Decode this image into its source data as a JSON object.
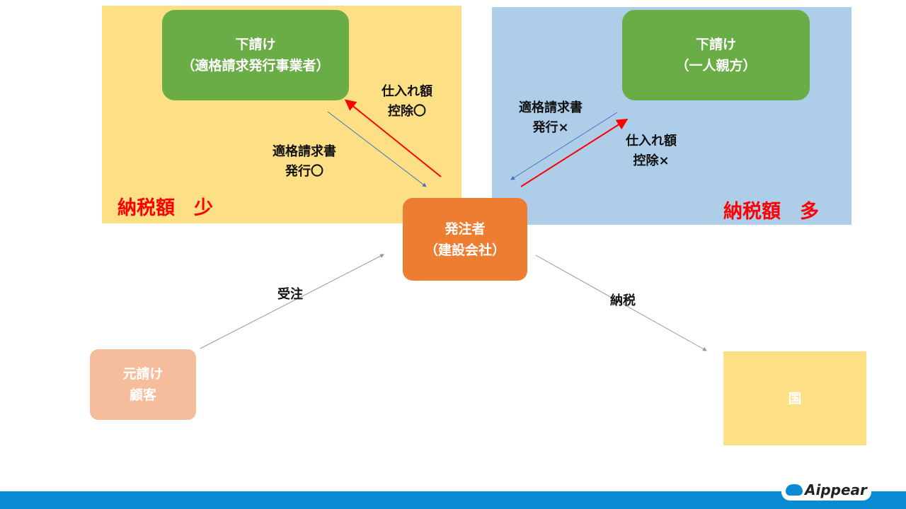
{
  "left_panel": {
    "box_line1": "下請け",
    "box_line2": "（適格請求発行事業者）",
    "tax": "納税額　少",
    "deduction_line1": "仕入れ額",
    "deduction_line2": "控除〇",
    "invoice_line1": "適格請求書",
    "invoice_line2": "発行〇"
  },
  "right_panel": {
    "box_line1": "下請け",
    "box_line2": "（一人親方）",
    "tax": "納税額　多",
    "deduction_line1": "仕入れ額",
    "deduction_line2": "控除×",
    "invoice_line1": "適格請求書",
    "invoice_line2": "発行×"
  },
  "center": {
    "line1": "発注者",
    "line2": "（建設会社）"
  },
  "client": {
    "line1": "元請け",
    "line2": "顧客",
    "edge": "受注"
  },
  "state": {
    "label": "国",
    "edge": "納税"
  },
  "footer": {
    "logo": "Aippear"
  },
  "colors": {
    "yellow": "#fddf85",
    "blue": "#aecde9",
    "green": "#6aac46",
    "orange": "#ed7d31",
    "peach": "#f5bd9b",
    "footer": "#0a8ad2",
    "red": "#ff0000"
  }
}
